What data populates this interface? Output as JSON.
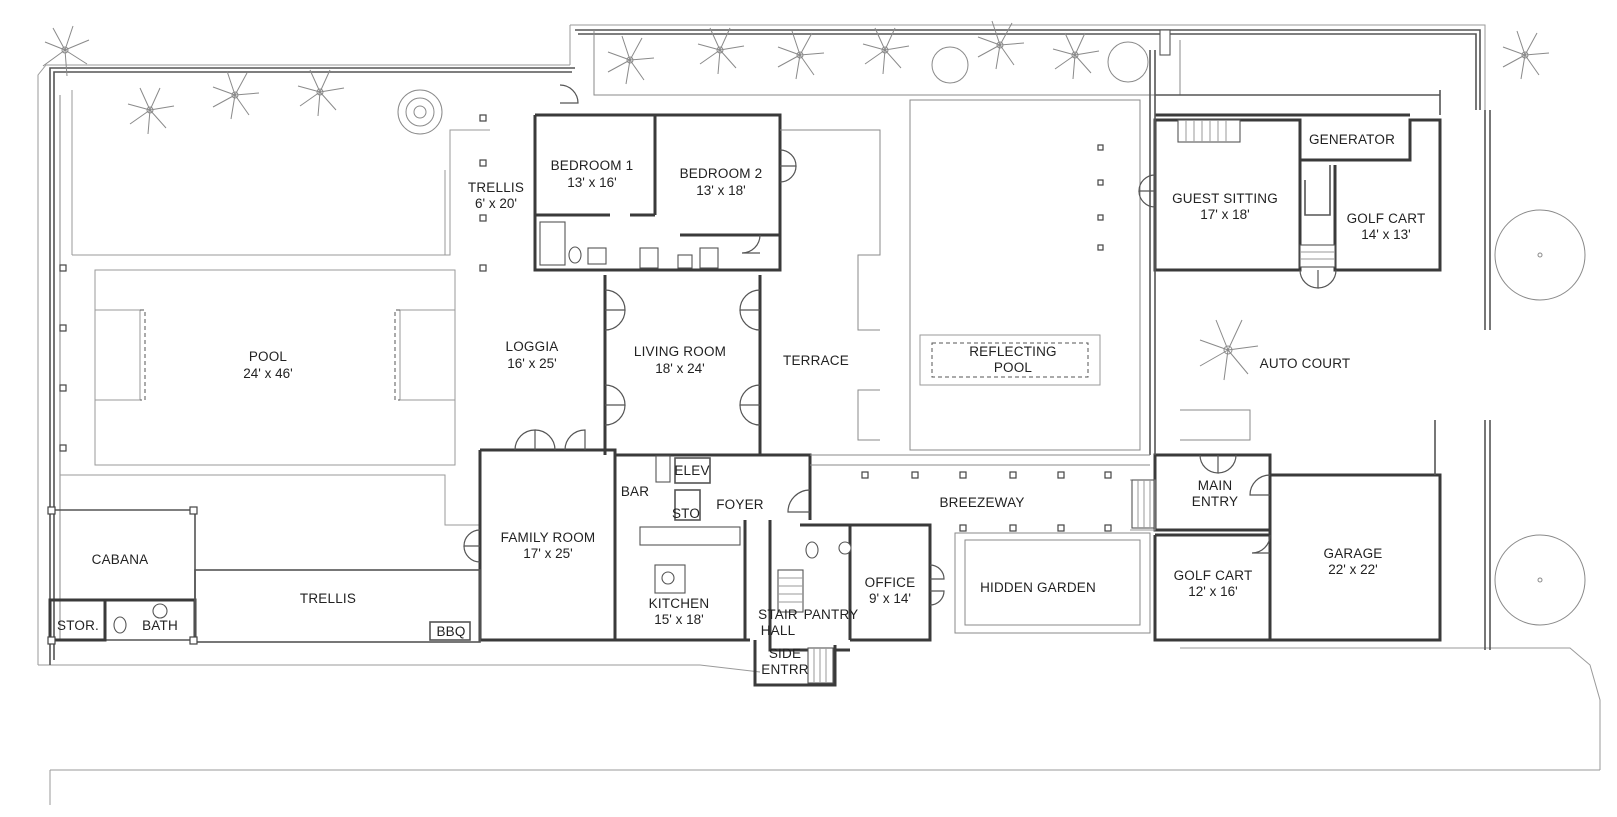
{
  "rooms": [
    {
      "id": "bedroom-1",
      "name": "BEDROOM 1",
      "dims": "13' x 16'"
    },
    {
      "id": "bedroom-2",
      "name": "BEDROOM 2",
      "dims": "13' x 18'"
    },
    {
      "id": "trellis-north",
      "name": "TRELLIS",
      "dims": "6' x 20'"
    },
    {
      "id": "pool",
      "name": "POOL",
      "dims": "24' x 46'"
    },
    {
      "id": "loggia",
      "name": "LOGGIA",
      "dims": "16' x 25'"
    },
    {
      "id": "living-room",
      "name": "LIVING ROOM",
      "dims": "18' x 24'"
    },
    {
      "id": "terrace",
      "name": "TERRACE",
      "dims": ""
    },
    {
      "id": "reflecting-pool",
      "name": "REFLECTING",
      "dims": "POOL"
    },
    {
      "id": "guest-sitting",
      "name": "GUEST SITTING",
      "dims": "17' x 18'"
    },
    {
      "id": "generator",
      "name": "GENERATOR",
      "dims": ""
    },
    {
      "id": "golf-cart-north",
      "name": "GOLF CART",
      "dims": "14' x 13'"
    },
    {
      "id": "auto-court",
      "name": "AUTO COURT",
      "dims": ""
    },
    {
      "id": "elev",
      "name": "ELEV",
      "dims": ""
    },
    {
      "id": "bar",
      "name": "BAR",
      "dims": ""
    },
    {
      "id": "foyer",
      "name": "FOYER",
      "dims": ""
    },
    {
      "id": "sto",
      "name": "STO",
      "dims": ""
    },
    {
      "id": "breezeway",
      "name": "BREEZEWAY",
      "dims": ""
    },
    {
      "id": "main-entry",
      "name": "MAIN",
      "dims": "ENTRY"
    },
    {
      "id": "family-room",
      "name": "FAMILY ROOM",
      "dims": "17' x 25'"
    },
    {
      "id": "cabana",
      "name": "CABANA",
      "dims": ""
    },
    {
      "id": "trellis-south",
      "name": "TRELLIS",
      "dims": ""
    },
    {
      "id": "stor",
      "name": "STOR.",
      "dims": ""
    },
    {
      "id": "bath",
      "name": "BATH",
      "dims": ""
    },
    {
      "id": "bbq",
      "name": "BBQ",
      "dims": ""
    },
    {
      "id": "kitchen",
      "name": "KITCHEN",
      "dims": "15' x 18'"
    },
    {
      "id": "stair-hall",
      "name": "STAIR",
      "dims": "HALL"
    },
    {
      "id": "side-entr",
      "name": "SIDE",
      "dims": "ENTRR"
    },
    {
      "id": "pantry",
      "name": "PANTRY",
      "dims": ""
    },
    {
      "id": "office",
      "name": "OFFICE",
      "dims": "9' x 14'"
    },
    {
      "id": "hidden-garden",
      "name": "HIDDEN GARDEN",
      "dims": ""
    },
    {
      "id": "golf-cart-south",
      "name": "GOLF CART",
      "dims": "12' x 16'"
    },
    {
      "id": "garage",
      "name": "GARAGE",
      "dims": "22' x 22'"
    }
  ],
  "icons": [
    "palm-tree-icon",
    "round-tree-icon",
    "door-swing-icon",
    "toilet-icon",
    "sink-icon",
    "stair-icon"
  ]
}
